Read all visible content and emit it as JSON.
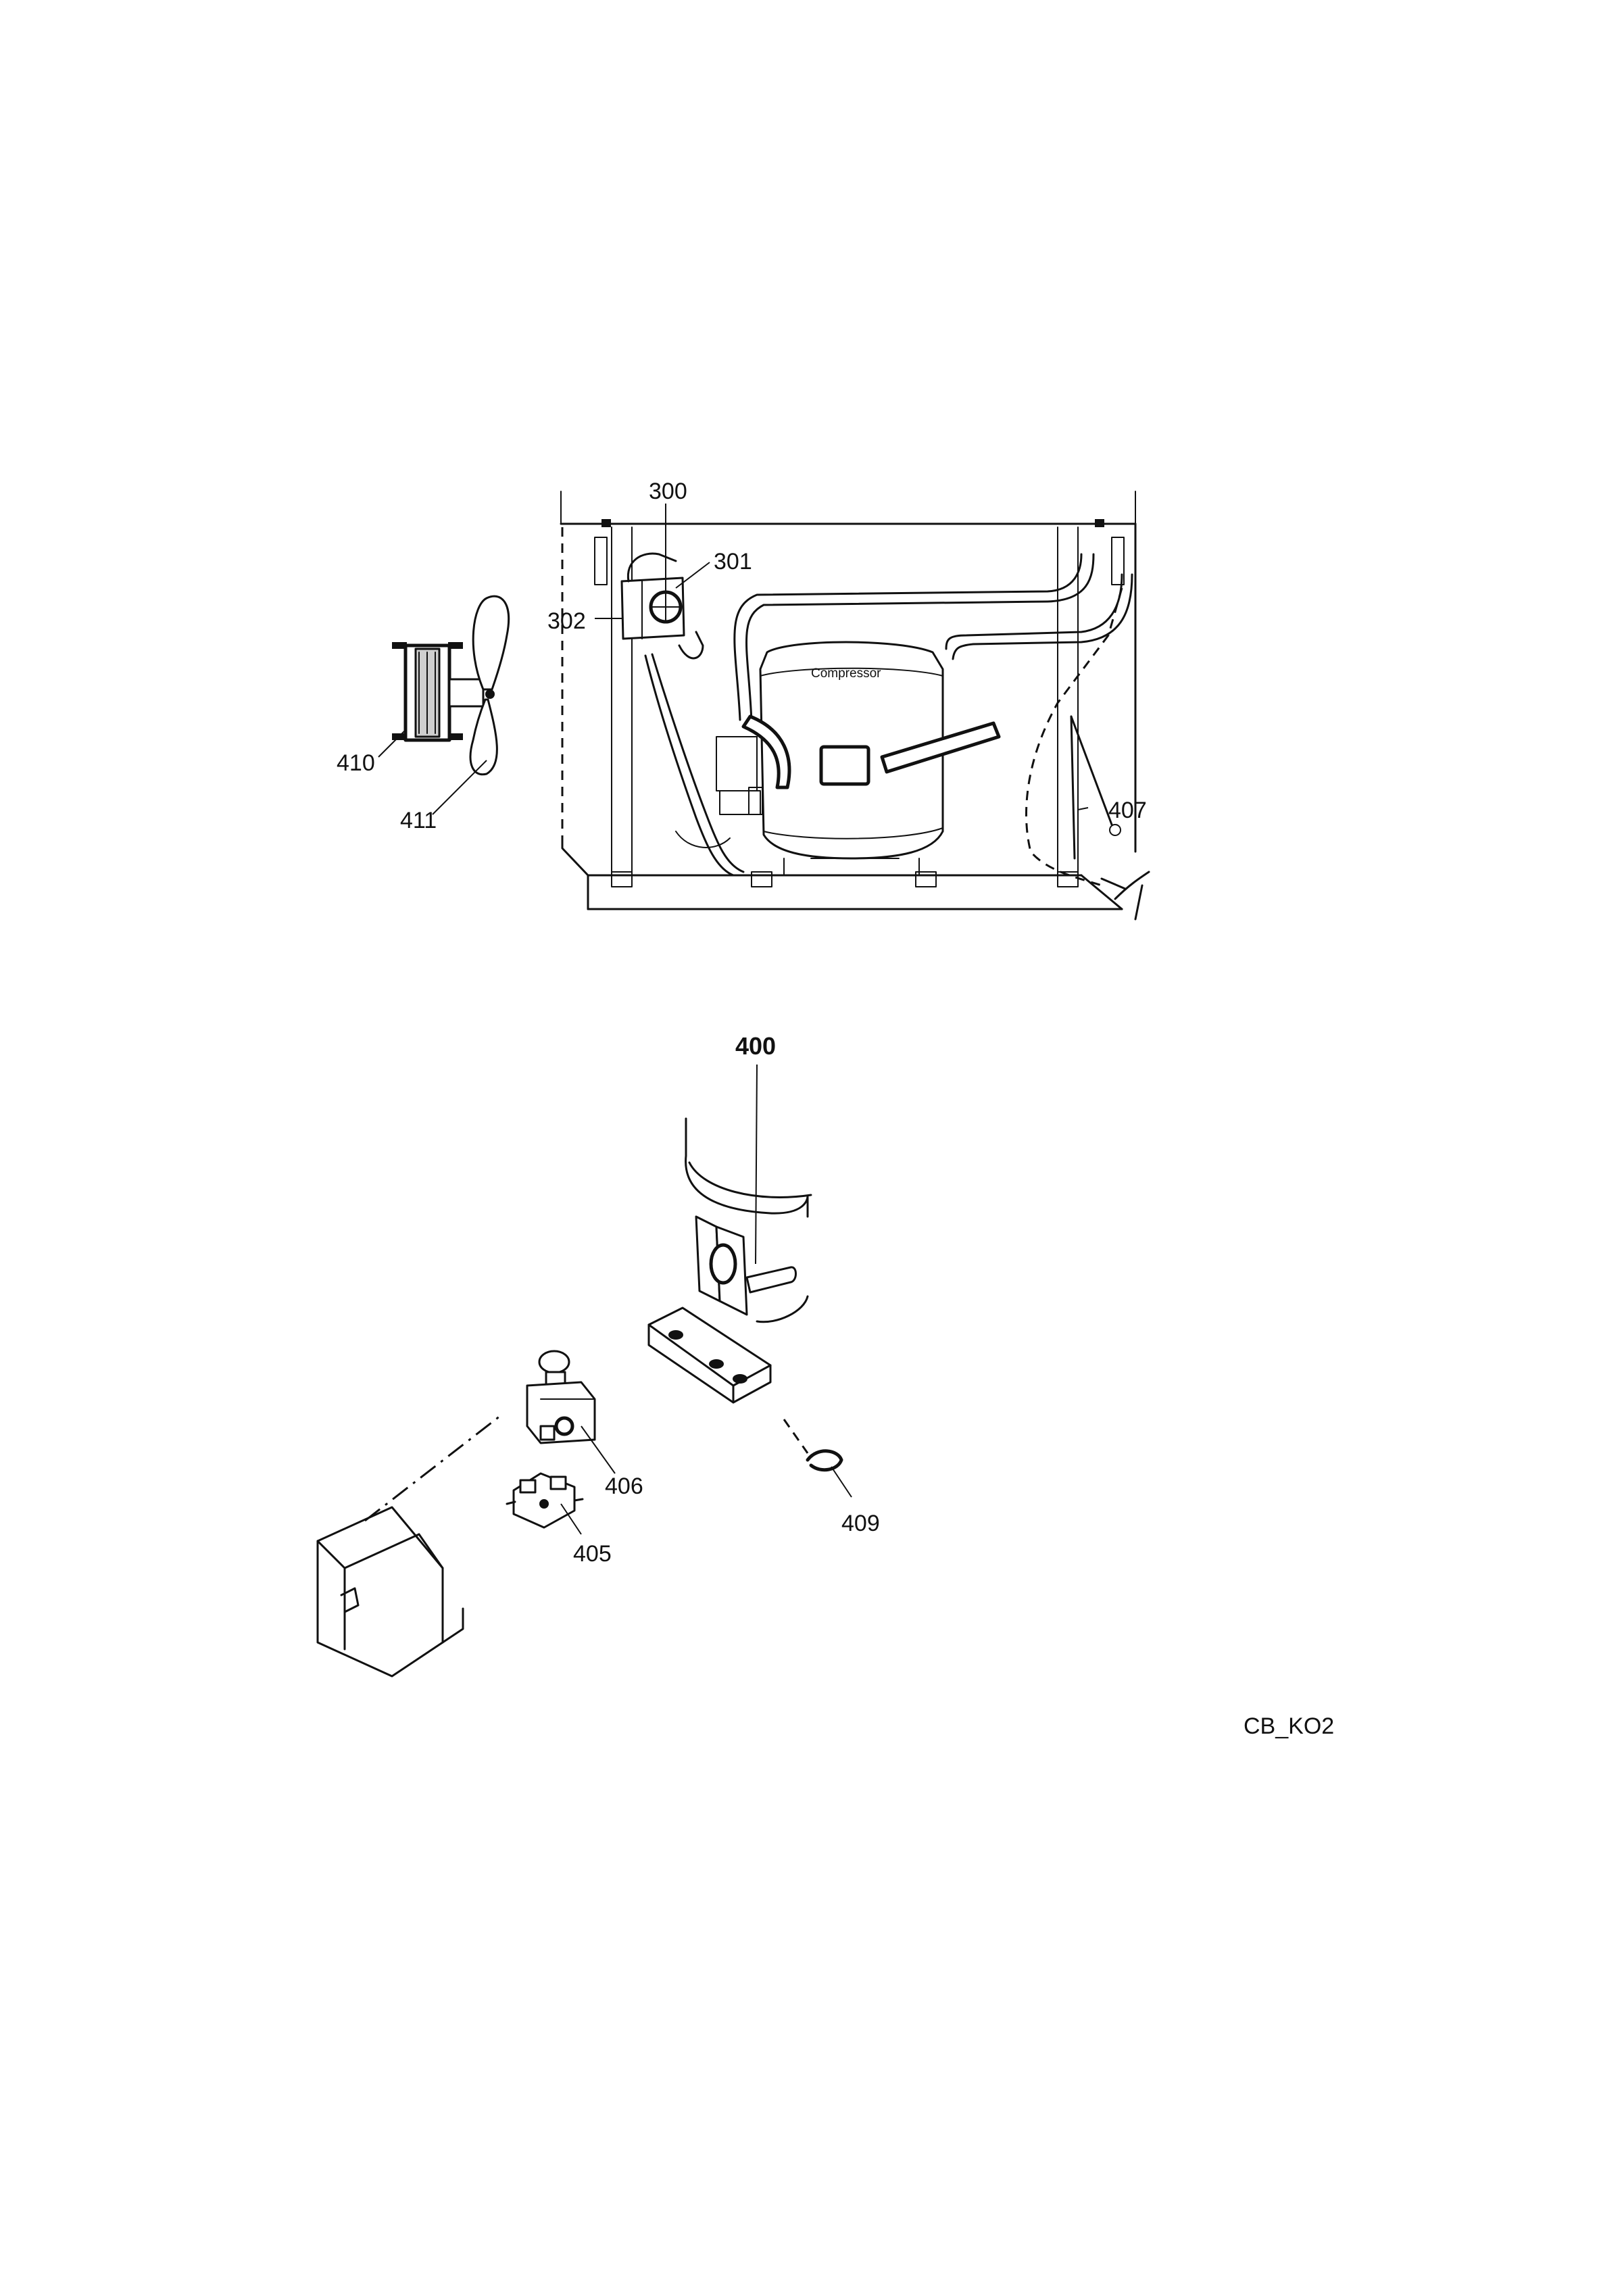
{
  "diagram": {
    "part_labels": {
      "p300": "300",
      "p301": "301",
      "p302": "302",
      "p400": "400",
      "p405": "405",
      "p406": "406",
      "p407": "407",
      "p409": "409",
      "p410": "410",
      "p411": "411"
    },
    "compressor_label": "Compressor",
    "diagram_code": "CB_KO2"
  }
}
